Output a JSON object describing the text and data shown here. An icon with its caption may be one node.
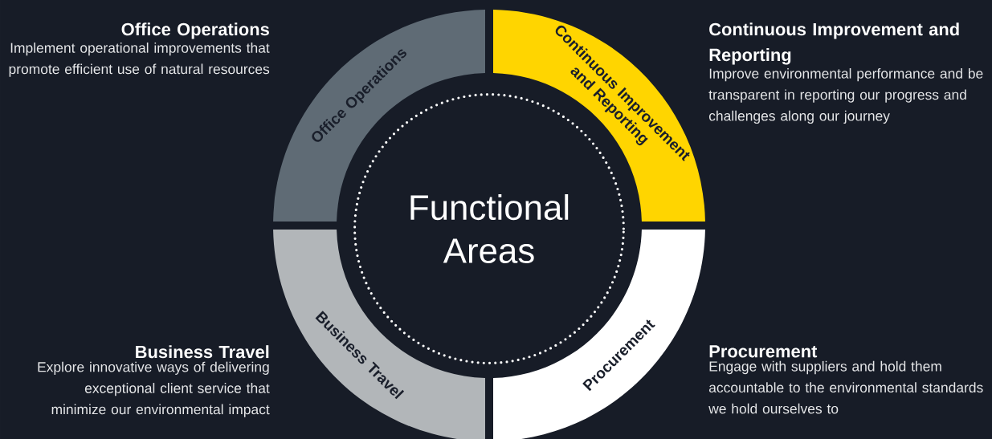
{
  "diagram": {
    "nodes": [
      {
        "text": [
          "Functional Areas"
        ]
      },
      {
        "text": [
          "Office Operations"
        ],
        "beside": [
          "Office Operations",
          "Implement operational improvements that promote efficient use of natural resources"
        ]
      },
      {
        "text": [
          "Continuous Improvement and Reporting"
        ],
        "beside": [
          "Continuous Improvement and Reporting",
          "Improve environmental performance and be transparent in reporting our progress and challenges along our journey"
        ]
      },
      {
        "text": [
          "Procurement"
        ],
        "beside": [
          "Procurement",
          "Engage with suppliers and hold them accountable to the environmental standards we hold ourselves to"
        ]
      },
      {
        "text": [
          "Business Travel"
        ],
        "beside": [
          "Business Travel",
          "Explore innovative ways of delivering exceptional client service that minimize our environmental impact"
        ]
      }
    ]
  }
}
